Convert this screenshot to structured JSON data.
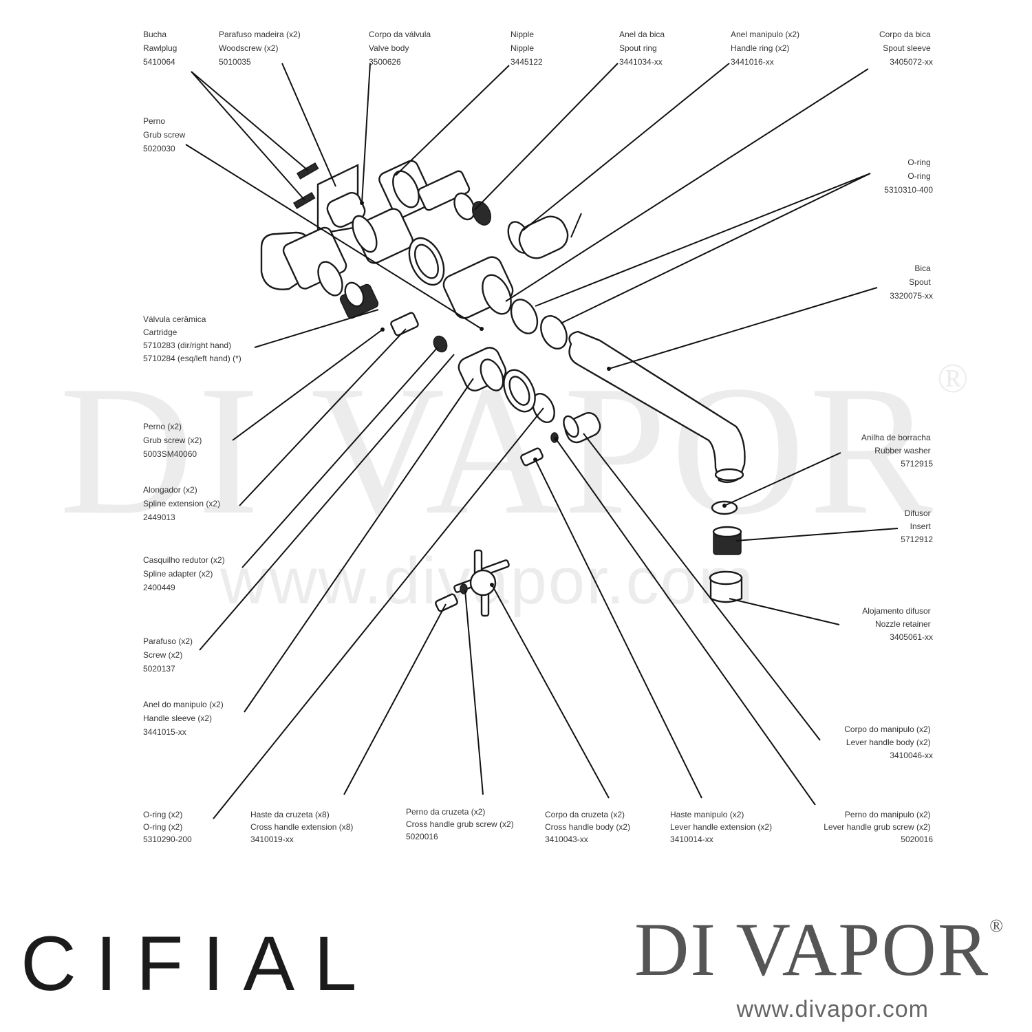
{
  "callouts": [
    {
      "id": "rawlplug",
      "lines": [
        "Bucha",
        "Rawlplug",
        "5410064"
      ]
    },
    {
      "id": "woodscrew",
      "lines": [
        "Parafuso madeira (x2)",
        "Woodscrew (x2)",
        "5010035"
      ]
    },
    {
      "id": "valve-body",
      "lines": [
        "Corpo da válvula",
        "Valve body",
        "3500626"
      ]
    },
    {
      "id": "nipple",
      "lines": [
        "Nipple",
        "Nipple",
        "3445122"
      ]
    },
    {
      "id": "spout-ring",
      "lines": [
        "Anel da bica",
        "Spout ring",
        "3441034-xx"
      ]
    },
    {
      "id": "handle-ring",
      "lines": [
        "Anel manipulo (x2)",
        "Handle ring (x2)",
        "3441016-xx"
      ]
    },
    {
      "id": "spout-sleeve",
      "lines": [
        "Corpo da bica",
        "Spout sleeve",
        "3405072-xx"
      ]
    },
    {
      "id": "grub-screw",
      "lines": [
        "Perno",
        "Grub screw",
        "5020030"
      ]
    },
    {
      "id": "o-ring",
      "lines": [
        "O-ring",
        "O-ring",
        "5310310-400"
      ]
    },
    {
      "id": "spout",
      "lines": [
        "Bica",
        "Spout",
        "3320075-xx"
      ]
    },
    {
      "id": "cartridge",
      "lines": [
        "Válvula cerâmica",
        "Cartridge",
        "5710283 (dir/right hand)",
        "5710284 (esq/left hand) (*)"
      ]
    },
    {
      "id": "grub-screw-x2",
      "lines": [
        "Perno (x2)",
        "Grub screw (x2)",
        "5003SM40060"
      ]
    },
    {
      "id": "rubber-washer",
      "lines": [
        "Anilha de borracha",
        "Rubber washer",
        "5712915"
      ]
    },
    {
      "id": "spline-extension",
      "lines": [
        "Alongador (x2)",
        "Spline extension (x2)",
        "2449013"
      ]
    },
    {
      "id": "insert",
      "lines": [
        "Difusor",
        "Insert",
        "5712912"
      ]
    },
    {
      "id": "spline-adapter",
      "lines": [
        "Casquilho redutor (x2)",
        "Spline adapter (x2)",
        "2400449"
      ]
    },
    {
      "id": "nozzle-retainer",
      "lines": [
        "Alojamento difusor",
        "Nozzle retainer",
        "3405061-xx"
      ]
    },
    {
      "id": "screw",
      "lines": [
        "Parafuso (x2)",
        "Screw (x2)",
        "5020137"
      ]
    },
    {
      "id": "handle-sleeve",
      "lines": [
        "Anel do manipulo (x2)",
        "Handle sleeve (x2)",
        "3441015-xx"
      ]
    },
    {
      "id": "lever-handle-body",
      "lines": [
        "Corpo do manipulo (x2)",
        "Lever handle body (x2)",
        "3410046-xx"
      ]
    },
    {
      "id": "o-ring-x2",
      "lines": [
        "O-ring (x2)",
        "O-ring (x2)",
        "5310290-200"
      ]
    },
    {
      "id": "cross-handle-extension",
      "lines": [
        "Haste da cruzeta (x8)",
        "Cross handle extension (x8)",
        "3410019-xx"
      ]
    },
    {
      "id": "cross-handle-grub-screw",
      "lines": [
        "Perno da cruzeta (x2)",
        "Cross handle grub screw (x2)",
        "5020016"
      ]
    },
    {
      "id": "cross-handle-body",
      "lines": [
        "Corpo da cruzeta (x2)",
        "Cross handle body (x2)",
        "3410043-xx"
      ]
    },
    {
      "id": "lever-handle-extension",
      "lines": [
        "Haste manipulo (x2)",
        "Lever handle extension (x2)",
        "3410014-xx"
      ]
    },
    {
      "id": "lever-handle-grub-screw",
      "lines": [
        "Perno do manipulo (x2)",
        "Lever handle grub screw (x2)",
        "5020016"
      ]
    }
  ],
  "logos": {
    "brand": "CIFIAL",
    "distributor": "DI VAPOR",
    "registered_mark": "®",
    "distributor_url": "www.divapor.com"
  },
  "watermark": {
    "text": "DI VAPOR",
    "registered_mark": "®",
    "url": "www.divapor.com"
  }
}
